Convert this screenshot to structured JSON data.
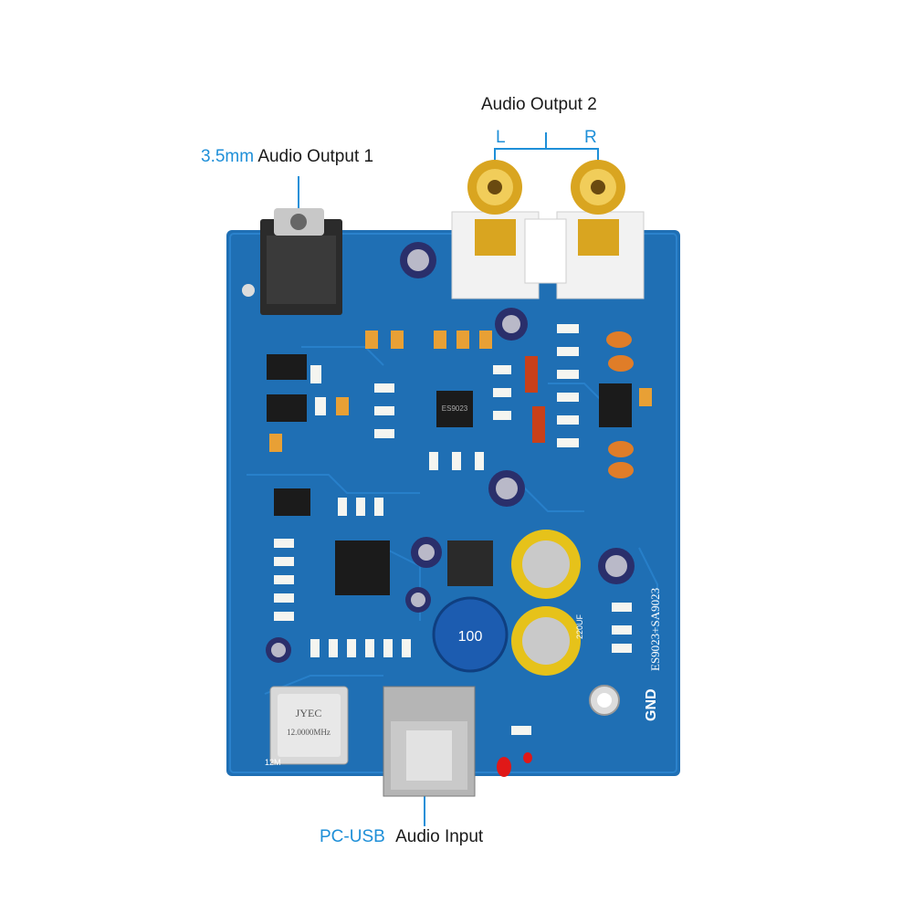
{
  "labels": {
    "audio_output_2": "Audio Output 2",
    "left_channel": "L",
    "right_channel": "R",
    "output1_prefix": "3.5mm",
    "output1_text": "Audio Output 1",
    "input_prefix": "PC-USB",
    "input_text": "Audio Input"
  },
  "board": {
    "oscillator_brand": "JYEC",
    "oscillator_freq": "12.0000MHz",
    "gnd_label": "GND",
    "model_label": "ES9023+SA9023",
    "chip_label": "ES9023",
    "inductor_value": "100",
    "cap_value": "220UF",
    "crystal_ref": "12M"
  },
  "colors": {
    "pcb": "#1f6fb4",
    "pcb_dark": "#16589a",
    "accent_label": "#1e8fd8",
    "gold": "#d9a520",
    "cap_yellow": "#e6c21a"
  }
}
